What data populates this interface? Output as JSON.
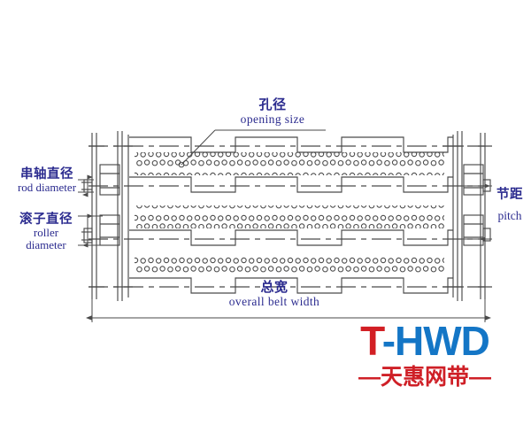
{
  "drawing": {
    "title": "wire mesh conveyor belt dimension drawing",
    "background": "#ffffff",
    "line_color": "#4a4a4a",
    "label_color": "#2b2b8f",
    "labels": [
      {
        "key": "opening_size",
        "cn": "孔径",
        "en": "opening  size",
        "leader": "points to a mesh ring opening"
      },
      {
        "key": "rod_diameter",
        "cn": "串轴直径",
        "en": "rod  diameter",
        "leader": "dimension arrows on left rod end"
      },
      {
        "key": "roller_diameter",
        "cn": "滚子直径",
        "en": "roller",
        "en2": "diameter",
        "leader": "dimension arrows on left roller"
      },
      {
        "key": "pitch",
        "cn": "节距",
        "en": "pitch",
        "leader": "vertical dimension between two rollers on right"
      },
      {
        "key": "overall_belt_width",
        "cn": "总宽",
        "en": "overall  belt  width",
        "leader": "horizontal dimension line across full belt"
      }
    ]
  },
  "logo": {
    "word_t": "T",
    "word_hwd": "-HWD",
    "subtitle": "—天惠网带—",
    "color_red": "#d21f24",
    "color_blue": "#1476c6",
    "color_sub_red": "#cf2027"
  }
}
